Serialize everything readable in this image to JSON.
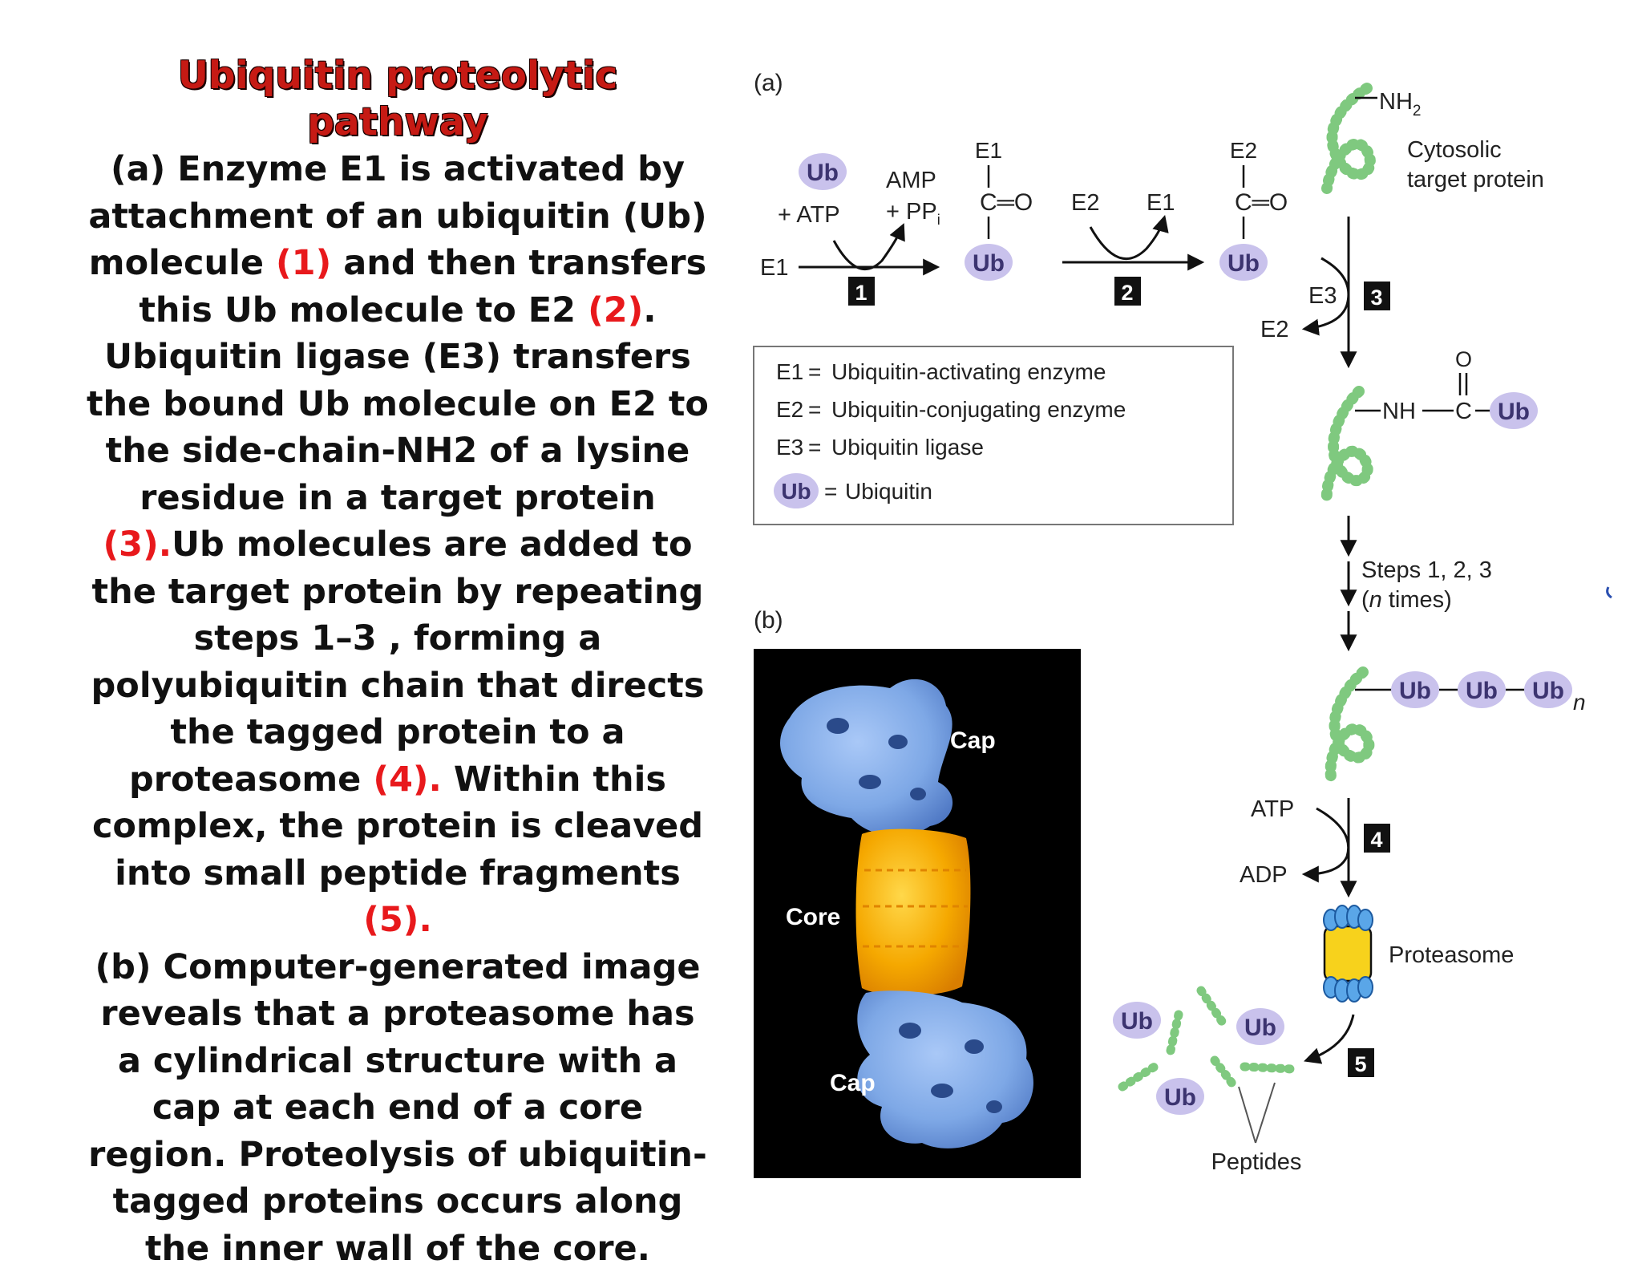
{
  "left_panel": {
    "title": "Ubiquitin proteolytic pathway",
    "p_a_1": "(a) Enzyme E1 is activated by attachment of an ubiquitin (Ub) molecule ",
    "ref1": "(1)",
    "p_a_2": " and then transfers this Ub molecule to E2 ",
    "ref2": "(2)",
    "p_a_3": ". Ubiquitin ligase (E3) transfers the bound Ub molecule on E2 to the side-chain-NH2 of a lysine residue in a target protein ",
    "ref3": "(3).",
    "p_a_4": "Ub molecules are added to the target protein by repeating steps 1–3 , forming a polyubiquitin chain that directs the tagged protein to a proteasome ",
    "ref4": "(4).",
    "p_a_5": " Within this complex, the  protein is cleaved into small peptide fragments ",
    "ref5": "(5).",
    "p_b": "(b) Computer-generated image reveals that a proteasome has a cylindrical structure with a cap at each end of a core region. Proteolysis of ubiquitin-tagged proteins occurs along the inner wall of the core."
  },
  "figure": {
    "panel_a_label": "(a)",
    "panel_b_label": "(b)",
    "ub": "Ub",
    "atp_in": "+ ATP",
    "amp": "AMP",
    "ppi": "+ PP",
    "ppi_sub": "i",
    "e1": "E1",
    "e2": "E2",
    "e3": "E3",
    "co": "C═O",
    "nh2": "NH",
    "nh2_sub": "2",
    "cytosolic_1": "Cytosolic",
    "cytosolic_2": "target protein",
    "nh_c": "NH",
    "c": "C",
    "o": "O",
    "steps_1": "Steps 1, 2, 3",
    "steps_2_pre": "(",
    "steps_2_n": "n",
    "steps_2_post": " times)",
    "n_italic": "n",
    "atp": "ATP",
    "adp": "ADP",
    "proteasome": "Proteasome",
    "peptides": "Peptides",
    "steps": [
      "1",
      "2",
      "3",
      "4",
      "5"
    ],
    "legend": [
      {
        "key": "E1",
        "value": "Ubiquitin-activating enzyme"
      },
      {
        "key": "E2",
        "value": "Ubiquitin-conjugating enzyme"
      },
      {
        "key": "E3",
        "value": "Ubiquitin ligase"
      },
      {
        "key": "Ub",
        "value": "Ubiquitin"
      }
    ],
    "eq": "=",
    "cap": "Cap",
    "core": "Core"
  },
  "colors": {
    "title_red": "#c61a14",
    "ref_red": "#e8191c",
    "ub_circle": "#c9c2ec",
    "protein_green": "#7fc97f",
    "cap_blue": "#7ea8e6",
    "core_orange": "#f5a800",
    "proteasome_yellow": "#f7d21c"
  }
}
